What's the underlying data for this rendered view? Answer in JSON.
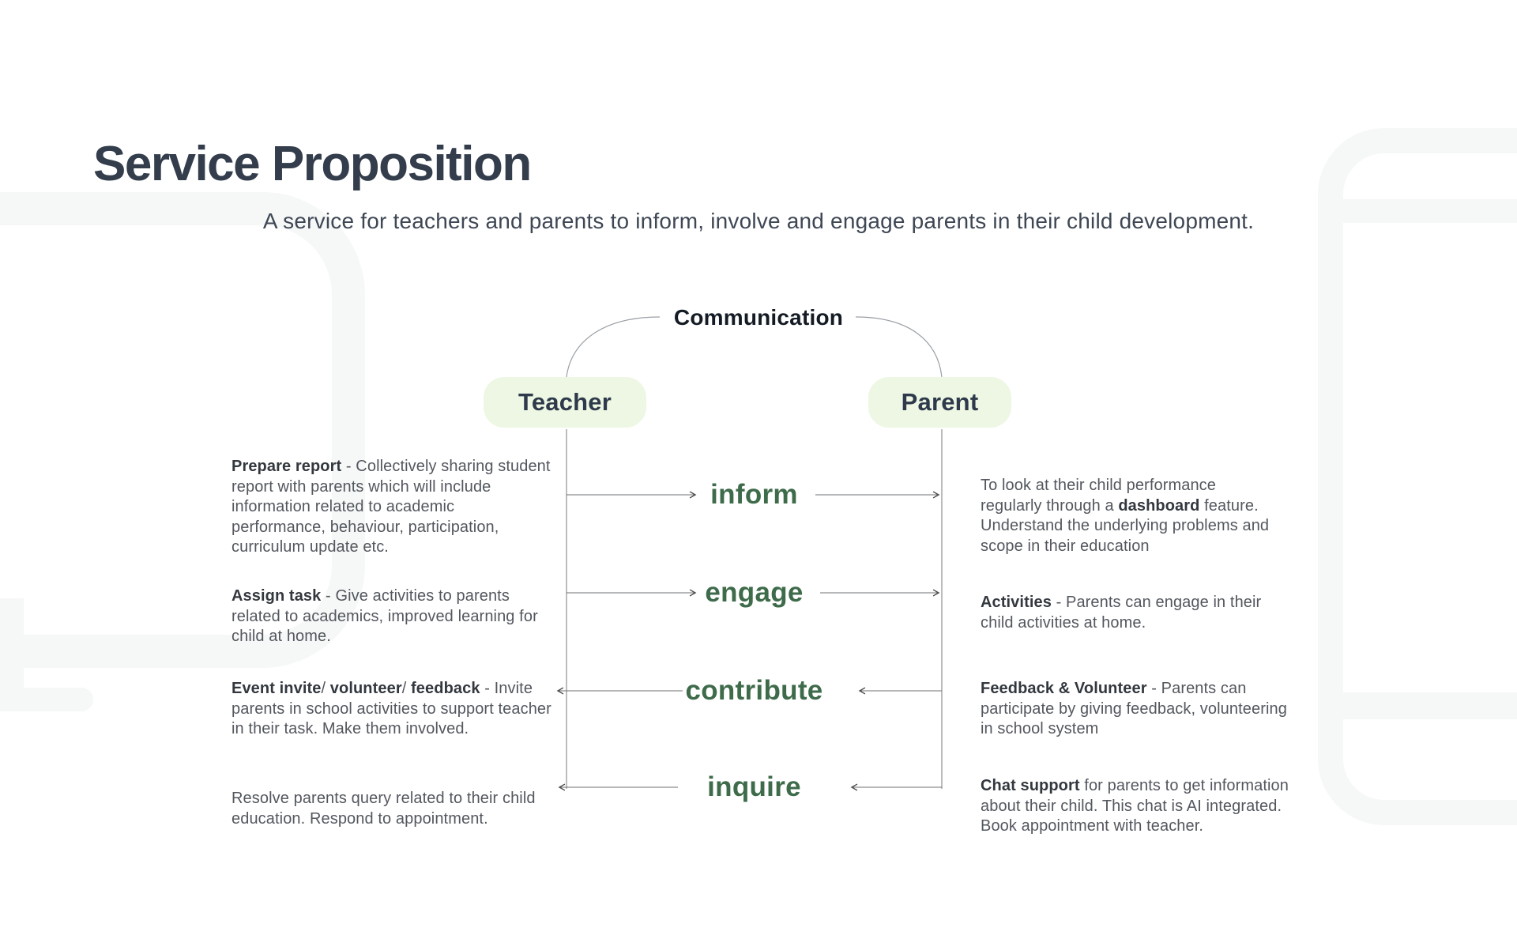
{
  "page": {
    "title": "Service Proposition",
    "subtitle": "A service for teachers and parents to inform, involve and engage parents in their child development."
  },
  "diagram": {
    "bracket_label": "Communication",
    "actors": [
      {
        "label": "Teacher"
      },
      {
        "label": "Parent"
      }
    ],
    "rows": [
      {
        "verb": "inform",
        "direction": "teacher_to_parent",
        "teacher_text": [
          {
            "t": "Prepare report",
            "b": true
          },
          {
            "t": " - Collectively sharing student\nreport with parents which will include\ninformation related to academic\nperformance, behaviour, participation,\ncurriculum update etc.",
            "b": false
          }
        ],
        "parent_text": [
          {
            "t": "To look at their child performance\nregularly through a ",
            "b": false
          },
          {
            "t": "dashboard",
            "b": true
          },
          {
            "t": " feature.\nUnderstand the underlying problems and\nscope in their education",
            "b": false
          }
        ]
      },
      {
        "verb": "engage",
        "direction": "teacher_to_parent",
        "teacher_text": [
          {
            "t": "Assign task",
            "b": true
          },
          {
            "t": " - Give activities to parents\nrelated to academics, improved learning for\nchild at home.",
            "b": false
          }
        ],
        "parent_text": [
          {
            "t": "Activities",
            "b": true
          },
          {
            "t": " - Parents can engage in their\nchild activities at home.",
            "b": false
          }
        ]
      },
      {
        "verb": "contribute",
        "direction": "parent_to_teacher",
        "teacher_text": [
          {
            "t": "Event invite",
            "b": true
          },
          {
            "t": "/ ",
            "b": false
          },
          {
            "t": "volunteer",
            "b": true
          },
          {
            "t": "/ ",
            "b": false
          },
          {
            "t": "feedback",
            "b": true
          },
          {
            "t": " - Invite\nparents in school activities to support teacher\nin their task. Make them involved.",
            "b": false
          }
        ],
        "parent_text": [
          {
            "t": "Feedback & Volunteer",
            "b": true
          },
          {
            "t": " - Parents can\nparticipate by giving feedback, volunteering\nin school system",
            "b": false
          }
        ]
      },
      {
        "verb": "inquire",
        "direction": "parent_to_teacher",
        "teacher_text": [
          {
            "t": "Resolve parents query related to their child\neducation. Respond to appointment.",
            "b": false
          }
        ],
        "parent_text": [
          {
            "t": "Chat support",
            "b": true
          },
          {
            "t": " for parents to get information\nabout their child. This chat is AI integrated.\nBook appointment with teacher.",
            "b": false
          }
        ]
      }
    ],
    "colors": {
      "accent_green": "#3e6b4a",
      "badge_background": "#eef7e4",
      "title_navy": "#333d4c",
      "line_gray": "#8f9093",
      "decor_gray": "#f6f7f7"
    }
  }
}
